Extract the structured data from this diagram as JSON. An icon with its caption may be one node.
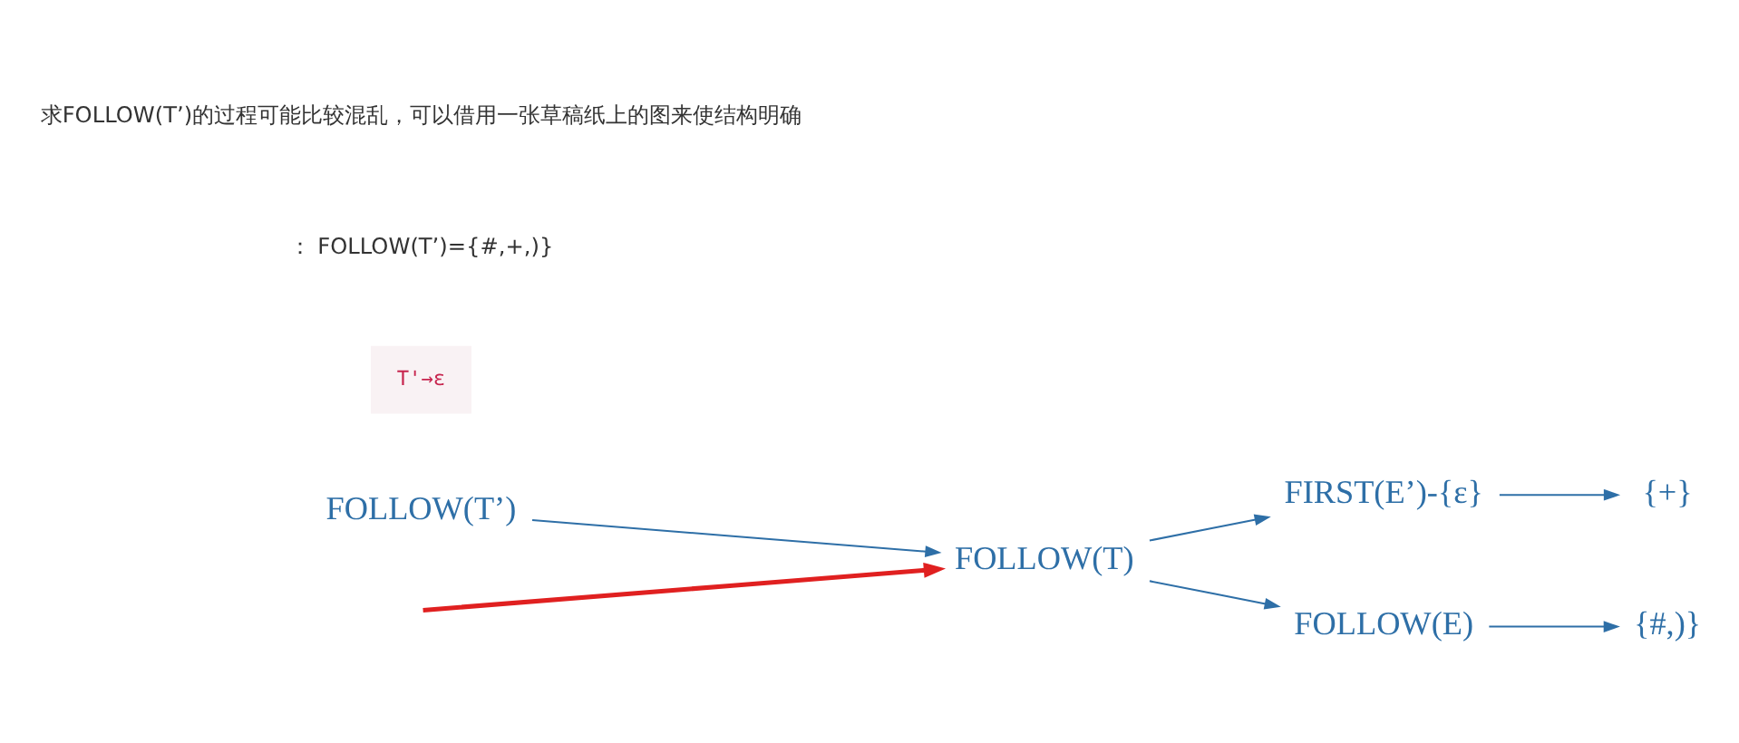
{
  "diagram": {
    "nodes": [
      {
        "text": [
          "FOLLOW(T’)"
        ]
      },
      {
        "text": [
          "FOLLOW(T)"
        ]
      },
      {
        "text": [
          "FIRST(E’)-{ε}"
        ]
      },
      {
        "text": [
          "{+}"
        ]
      },
      {
        "text": [
          "FOLLOW(E)"
        ]
      },
      {
        "text": [
          "{#,)}"
        ]
      }
    ],
    "edges": [
      {
        "from": 0,
        "to": 1,
        "arrow": "to"
      },
      {
        "from": 1,
        "to": 2,
        "arrow": "to"
      },
      {
        "from": 2,
        "to": 3,
        "arrow": "to"
      },
      {
        "from": 1,
        "to": 4,
        "arrow": "to"
      },
      {
        "from": 4,
        "to": 5,
        "arrow": "to"
      },
      {
        "from": null,
        "to": 1,
        "arrow": "to",
        "color": "#e02020",
        "style": "thick"
      }
    ],
    "labels": [
      "T'→ε",
      "： FOLLOW(T’)={#,+,)}",
      "求FOLLOW(T’)的过程可能比较混乱，可以借用一张草稿纸上的图来使结构明确"
    ]
  }
}
